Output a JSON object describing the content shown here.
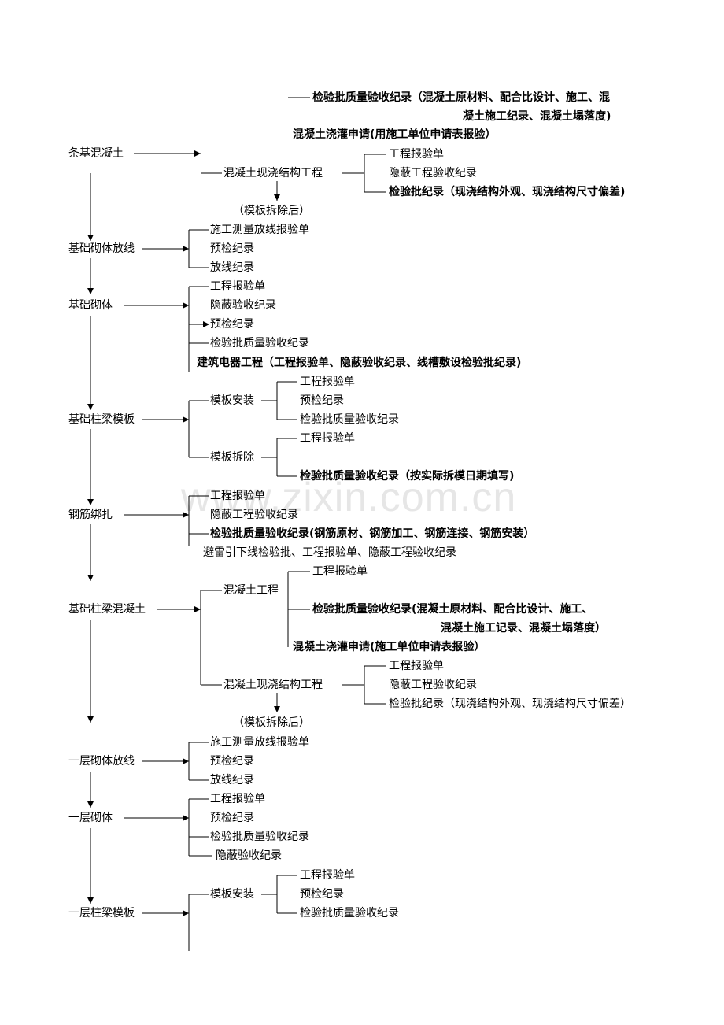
{
  "watermark": "www.zixin.com.cn",
  "stages": {
    "s1": "条基混凝土",
    "s2": "基础砌体放线",
    "s3": "基础砌体",
    "s4": "基础柱梁模板",
    "s5": "钢筋绑扎",
    "s6": "基础柱梁混凝土",
    "s7": "一层砌体放线",
    "s8": "一层砌体",
    "s9": "一层柱梁模板"
  },
  "labels": {
    "a1": "检验批质量验收纪录（混凝土原材料、配合比设计、施工、混",
    "a2": "凝土施工纪录、混凝土塌落度)",
    "a3": "混凝土浇灌申请(用施工单位申请表报验）",
    "a4": "混凝土现浇结构工程",
    "a5": "工程报验单",
    "a6": "隐蔽工程验收纪录",
    "a7": "检验批纪录（现浇结构外观、现浇结构尺寸偏差)",
    "a8": "（模板拆除后）",
    "b1": "施工测量放线报验单",
    "b2": "预检纪录",
    "b3": "放线纪录",
    "c1": "工程报验单",
    "c2": "隐蔽验收纪录",
    "c3": "预检纪录",
    "c4": "检验批质量验收纪录",
    "c5": "建筑电器工程（工程报验单、隐蔽验收纪录、线槽敷设检验批纪录)",
    "d1": "模板安装",
    "d2": "工程报验单",
    "d3": "预检纪录",
    "d4": "检验批质量验收纪录",
    "d5": "模板拆除",
    "d6": "工程报验单",
    "d7": "检验批质量验收纪录（按实际拆模日期填写)",
    "e1": "工程报验单",
    "e2": "隐蔽工程验收纪录",
    "e3": "检验批质量验收纪录(钢筋原材、钢筋加工、钢筋连接、钢筋安装）",
    "e4": "避雷引下线检验批、工程报验单、隐蔽工程验收纪录",
    "f1": "混凝土工程",
    "f2": "工程报验单",
    "f3": "检验批质量验收纪录(混凝土原材料、配合比设计、施工、",
    "f4": "混凝土施工记录、混凝土塌落度）",
    "f5": "混凝土浇灌申请(施工单位申请表报验）",
    "f6": "混凝土现浇结构工程",
    "f7": "工程报验单",
    "f8": "隐蔽工程验收纪录",
    "f9": "检验批纪录（现浇结构外观、现浇结构尺寸偏差）",
    "f10": "（模板拆除后）",
    "g1": "施工测量放线报验单",
    "g2": "预检纪录",
    "g3": "放线纪录",
    "h1": "工程报验单",
    "h2": "预检纪录",
    "h3": "检验批质量验收纪录",
    "h4": "隐蔽验收纪录",
    "i1": "模板安装",
    "i2": "工程报验单",
    "i3": "预检纪录",
    "i4": "检验批质量验收纪录"
  }
}
